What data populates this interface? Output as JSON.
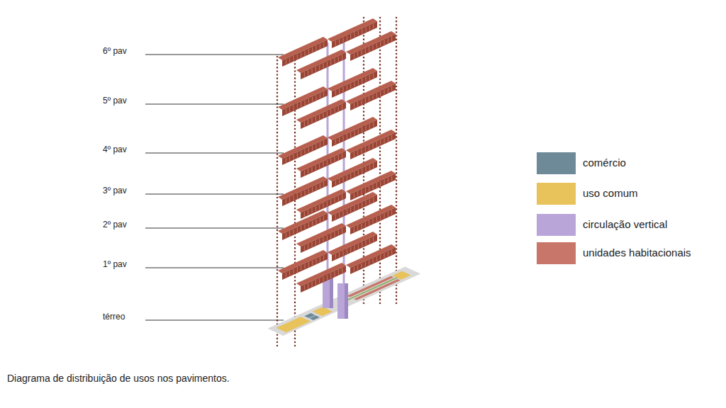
{
  "diagram": {
    "caption": "Diagrama de distribuição de usos nos pavimentos.",
    "labels": [
      "6º pav",
      "5º pav",
      "4º pav",
      "3º pav",
      "2º pav",
      "1º pav",
      "térreo"
    ],
    "legend": [
      {
        "text": "comércio",
        "color": "#6e8a99"
      },
      {
        "text": "uso comum",
        "color": "#e8c25a"
      },
      {
        "text": "circulação vertical",
        "color": "#b9a5d8"
      },
      {
        "text": "unidades habitacionais",
        "color": "#c9766a"
      }
    ]
  }
}
